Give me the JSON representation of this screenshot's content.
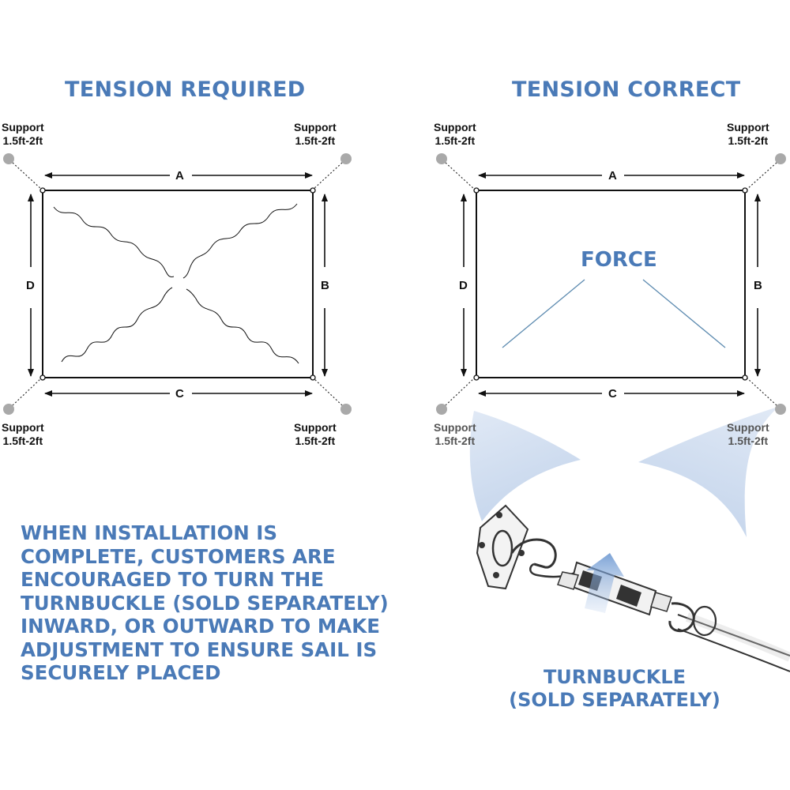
{
  "left_panel": {
    "title": "TENSION REQUIRED",
    "dims": {
      "a": "A",
      "b": "B",
      "c": "C",
      "d": "D"
    },
    "supports": [
      {
        "label": "Support",
        "size": "1.5ft-2ft"
      },
      {
        "label": "Support",
        "size": "1.5ft-2ft"
      },
      {
        "label": "Support",
        "size": "1.5ft-2ft"
      },
      {
        "label": "Support",
        "size": "1.5ft-2ft"
      }
    ]
  },
  "right_panel": {
    "title": "TENSION CORRECT",
    "force_label": "FORCE",
    "dims": {
      "a": "A",
      "b": "B",
      "c": "C",
      "d": "D"
    },
    "supports": [
      {
        "label": "Support",
        "size": "1.5ft-2ft"
      },
      {
        "label": "Support",
        "size": "1.5ft-2ft"
      },
      {
        "label": "Support",
        "size": "1.5ft-2ft"
      },
      {
        "label": "Support",
        "size": "1.5ft-2ft"
      }
    ]
  },
  "instructions": {
    "lines": [
      "WHEN INSTALLATION IS",
      "COMPLETE, CUSTOMERS ARE",
      "ENCOURAGED TO TURN THE",
      "TURNBUCKLE (SOLD SEPARATELY)",
      "INWARD, OR OUTWARD TO MAKE",
      "ADJUSTMENT TO ENSURE SAIL IS",
      "SECURELY PLACED"
    ]
  },
  "turnbuckle_caption": {
    "line1": "TURNBUCKLE",
    "line2": "(SOLD SEPARATELY)"
  },
  "colors": {
    "accent_blue": "#4a7ab7",
    "support_gray": "#a9a9a9",
    "line_black": "#111111",
    "highlight_blue": "#cddcf0"
  }
}
